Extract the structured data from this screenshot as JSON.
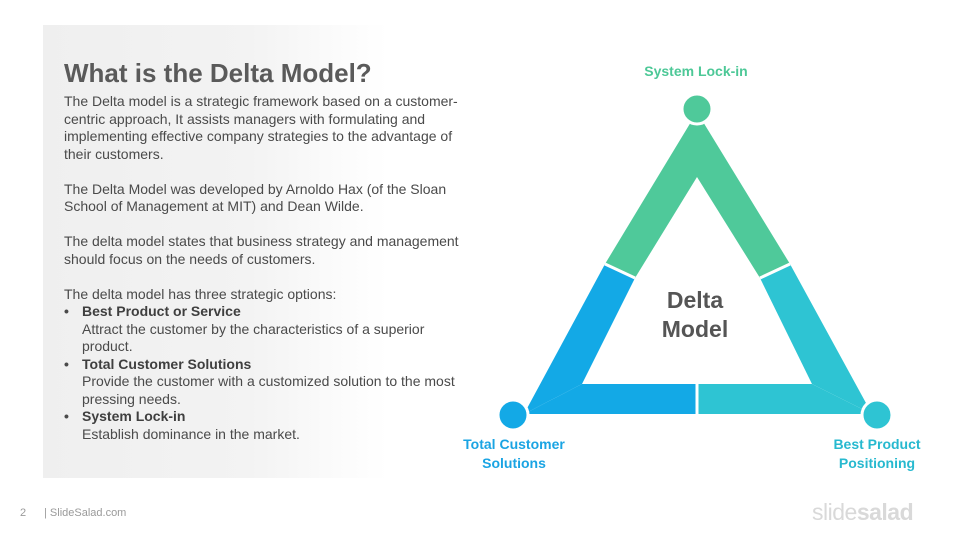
{
  "slide": {
    "title": "What is the Delta Model?",
    "paragraphs": [
      "The Delta model is a strategic framework based on a customer-centric approach, It assists managers with formulating and implementing effective company strategies to the advantage of their customers.",
      "The Delta Model was developed by Arnoldo Hax (of the Sloan School of Management at MIT) and Dean Wilde.",
      "The delta model states that business strategy and management should focus on the needs of customers."
    ],
    "options_intro": "The delta model has three strategic options:",
    "options": [
      {
        "title": "Best Product or Service",
        "description": "Attract the customer by the characteristics of a superior product."
      },
      {
        "title": "Total Customer Solutions",
        "description": "Provide the customer with a customized solution to the most pressing needs."
      },
      {
        "title": "System Lock-in",
        "description": "Establish dominance in the market."
      }
    ],
    "bullet_glyph": "•"
  },
  "diagram": {
    "center_label": [
      "Delta",
      "Model"
    ],
    "vertices": {
      "top": {
        "label": [
          "System Lock-in"
        ],
        "color": "#4dc897"
      },
      "left": {
        "label": [
          "Total Customer",
          "Solutions"
        ],
        "color": "#1aa4e3"
      },
      "right": {
        "label": [
          "Best Product",
          "Positioning"
        ],
        "color": "#27b9cf"
      }
    }
  },
  "footer": {
    "page_number": "2",
    "site": "| SlideSalad.com",
    "brand_light": "slide",
    "brand_bold": "salad"
  }
}
